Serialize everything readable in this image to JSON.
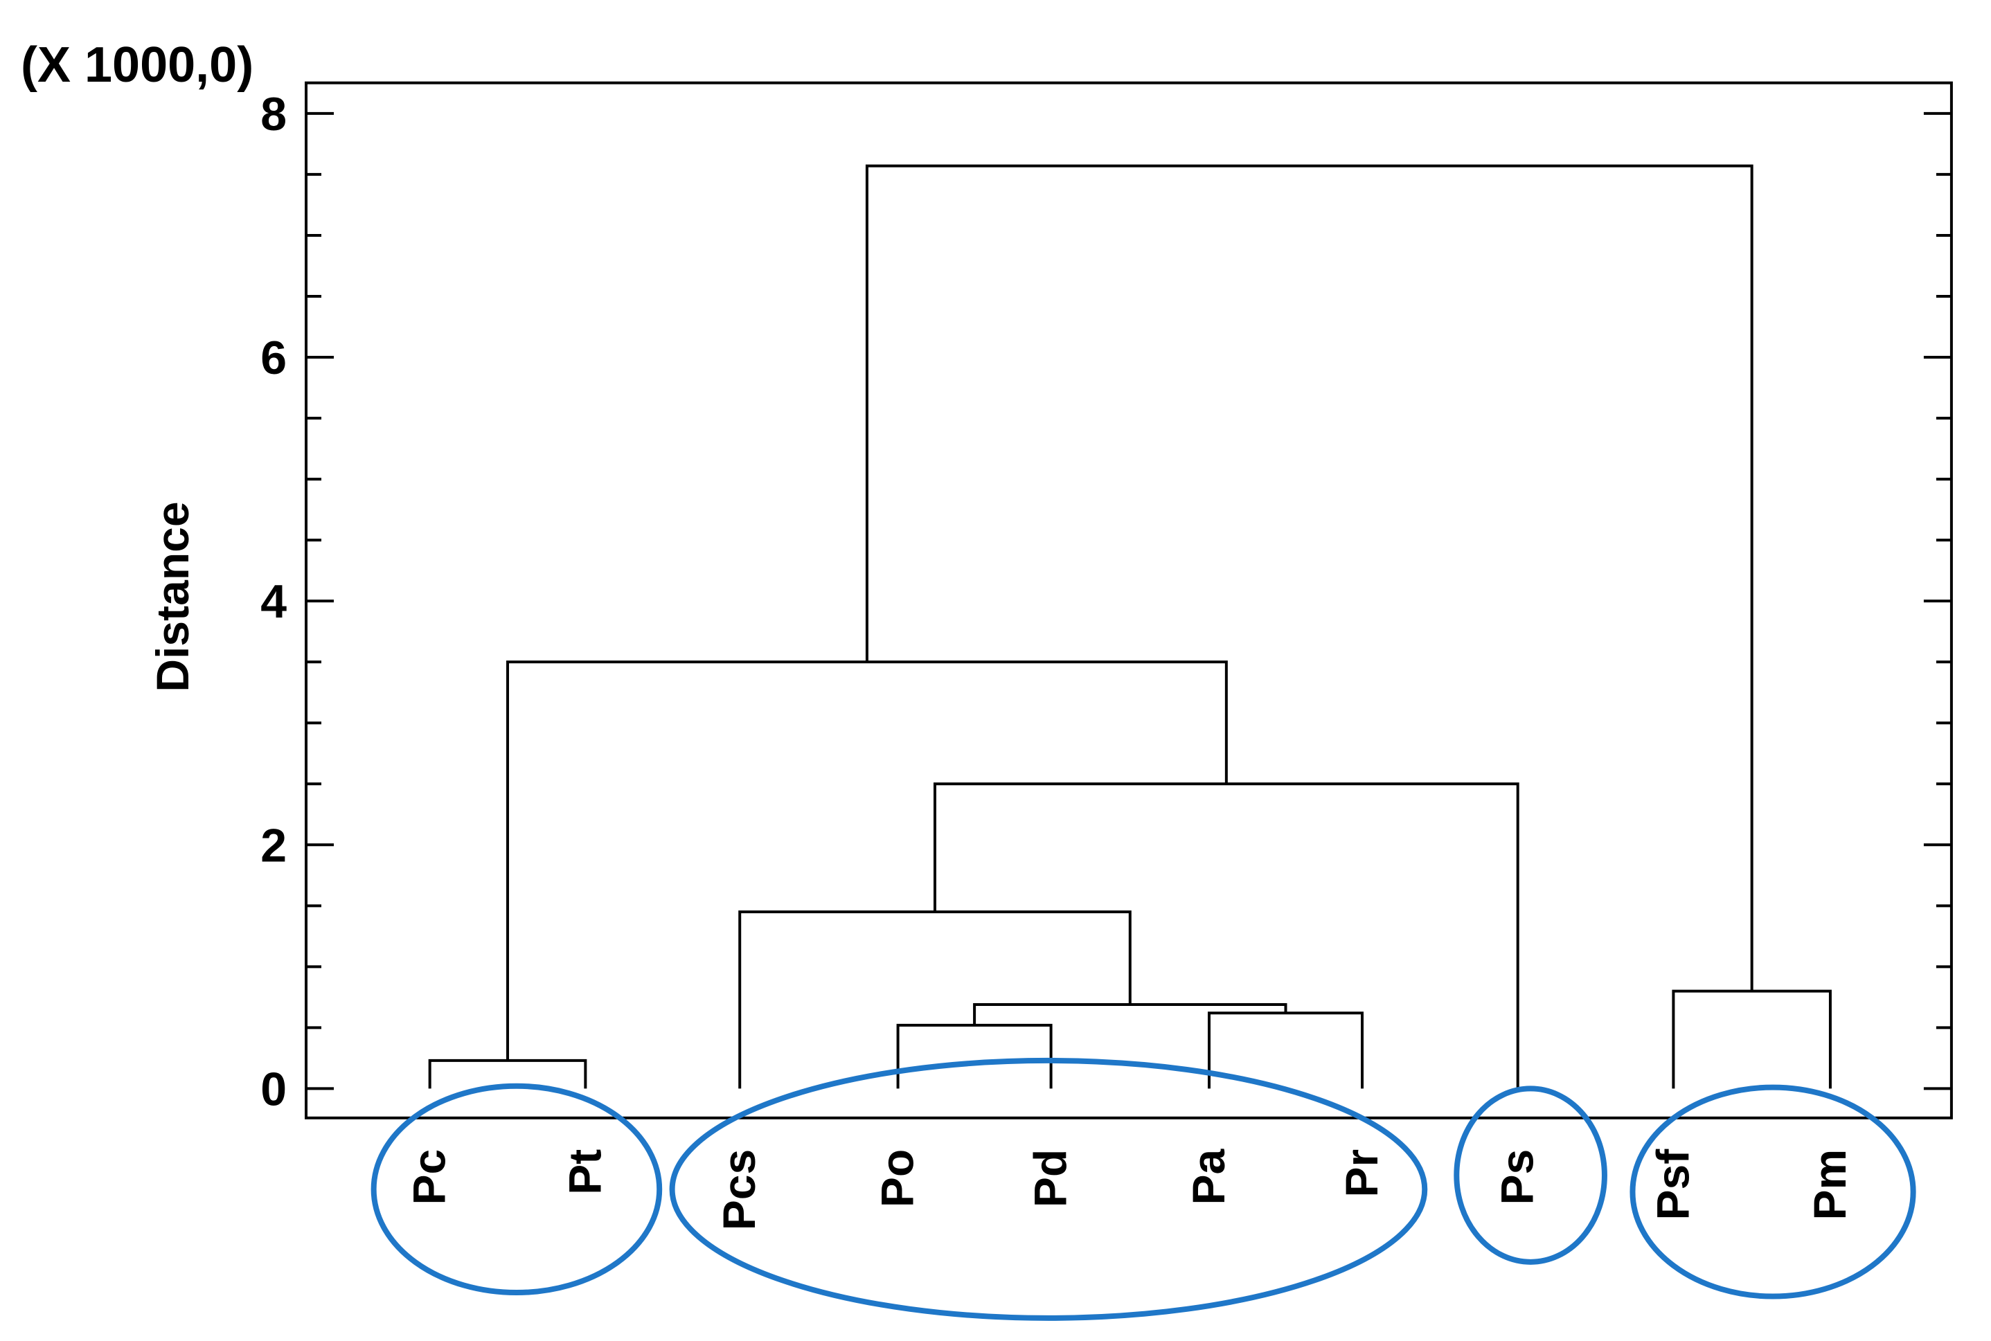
{
  "chart_data": {
    "type": "dendrogram",
    "ylabel": "Distance",
    "scale_label": "(X 1000,0)",
    "ylim": [
      -0.25,
      8.25
    ],
    "yticks": [
      "0",
      "2",
      "4",
      "6",
      "8"
    ],
    "leaves": [
      "Pc",
      "Pt",
      "Pcs",
      "Po",
      "Pd",
      "Pa",
      "Pr",
      "Ps",
      "Psf",
      "Pm"
    ],
    "merges": [
      {
        "left": "Pc",
        "right": "Pt",
        "height": 0.23
      },
      {
        "left": "Po",
        "right": "Pd",
        "height": 0.52
      },
      {
        "left": "Pa",
        "right": "Pr",
        "height": 0.62
      },
      {
        "left": "Po+Pd",
        "right": "Pa+Pr",
        "height": 0.69
      },
      {
        "left": "Psf",
        "right": "Pm",
        "height": 0.8
      },
      {
        "left": "Pcs",
        "right": "Po+Pd+Pa+Pr",
        "height": 1.45
      },
      {
        "left": "Pcs+Po+Pd+Pa+Pr",
        "right": "Ps",
        "height": 2.5
      },
      {
        "left": "Pc+Pt",
        "right": "Pcs+Po+Pd+Pa+Pr+Ps",
        "height": 3.5
      },
      {
        "left": "Pc+Pt+Pcs+Po+Pd+Pa+Pr+Ps",
        "right": "Psf+Pm",
        "height": 7.57
      }
    ],
    "cluster_groups": [
      [
        "Pc",
        "Pt"
      ],
      [
        "Pcs",
        "Po",
        "Pd",
        "Pa",
        "Pr"
      ],
      [
        "Ps"
      ],
      [
        "Psf",
        "Pm"
      ]
    ],
    "grid": false,
    "colors": {
      "lines": "#000000",
      "cluster_ring": "#1f77c8"
    }
  }
}
